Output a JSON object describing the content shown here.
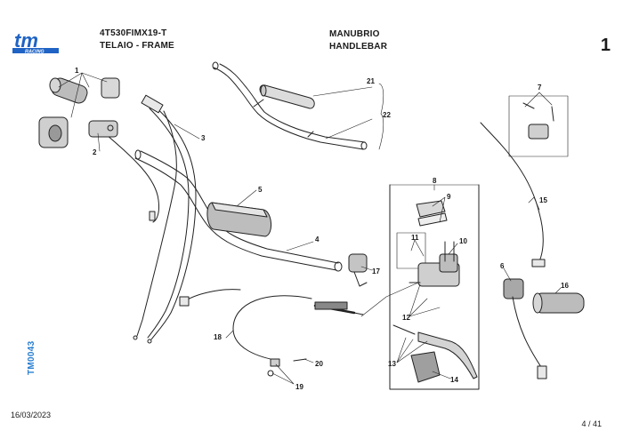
{
  "header": {
    "model_code": "4T530FIMX19-T",
    "group": "TELAIO - FRAME",
    "section_it": "MANUBRIO",
    "section_en": "HANDLEBAR",
    "page_big": "1"
  },
  "logo": {
    "text_main": "tm",
    "text_sub": "RACING",
    "color": "#1f63c4"
  },
  "side_code": "TM0043",
  "footer": {
    "date": "16/03/2023",
    "page": "4 / 41"
  },
  "callouts": [
    "1",
    "2",
    "3",
    "4",
    "5",
    "6",
    "7",
    "8",
    "9",
    "10",
    "11",
    "12",
    "13",
    "14",
    "15",
    "16",
    "17",
    "18",
    "19",
    "20",
    "21",
    "22"
  ]
}
